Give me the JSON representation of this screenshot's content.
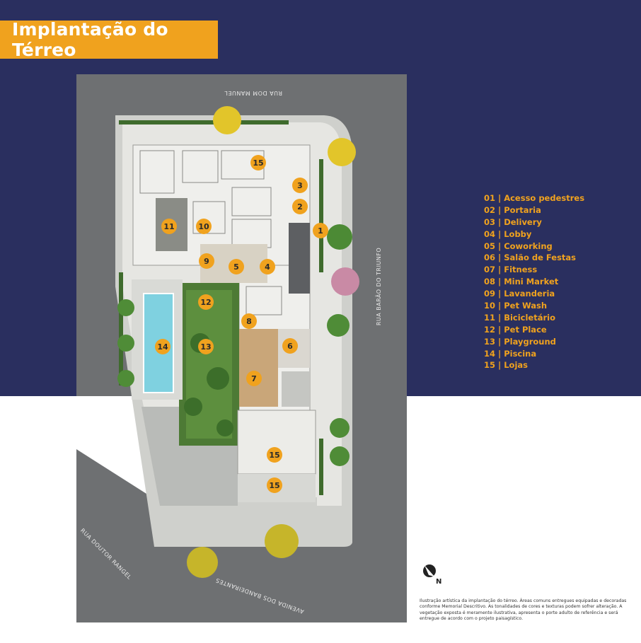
{
  "title": "Implantação do Térreo",
  "colors": {
    "navy": "#2a2f5f",
    "accent": "#f0a21e",
    "marker": "#f0a21e",
    "road": "#6e7072",
    "sidewalk": "#cfd0cc",
    "pool": "#7fd1e0"
  },
  "streets": {
    "top": "RUA DOM MANUEL",
    "right": "RUA BARÃO DO TRIUNFO",
    "bottom_left": "RUA DOUTOR RANGEL",
    "bottom": "AVENIDA DOS BANDEIRANTES"
  },
  "legend": [
    "01 | Acesso pedestres",
    "02 | Portaria",
    "03 | Delivery",
    "04 | Lobby",
    "05 | Coworking",
    "06 | Salão de Festas",
    "07 | Fitness",
    "08 | Mini Market",
    "09 | Lavanderia",
    "10 | Pet Wash",
    "11 | Bicicletário",
    "12 | Pet Place",
    "13 | Playground",
    "14 | Piscina",
    "15 | Lojas"
  ],
  "markers": [
    "1",
    "2",
    "3",
    "4",
    "5",
    "6",
    "7",
    "8",
    "9",
    "10",
    "11",
    "12",
    "13",
    "14",
    "15",
    "15",
    "15"
  ],
  "north_label": "N",
  "disclaimer": "Ilustração artística da implantação do térreo. Áreas comuns entregues equipadas e decoradas conforme Memorial Descritivo. As tonalidades de cores e texturas podem sofrer alteração. A vegetação exposta é meramente ilustrativa, apresenta o porte adulto de referência e será entregue de acordo com o projeto paisagístico."
}
